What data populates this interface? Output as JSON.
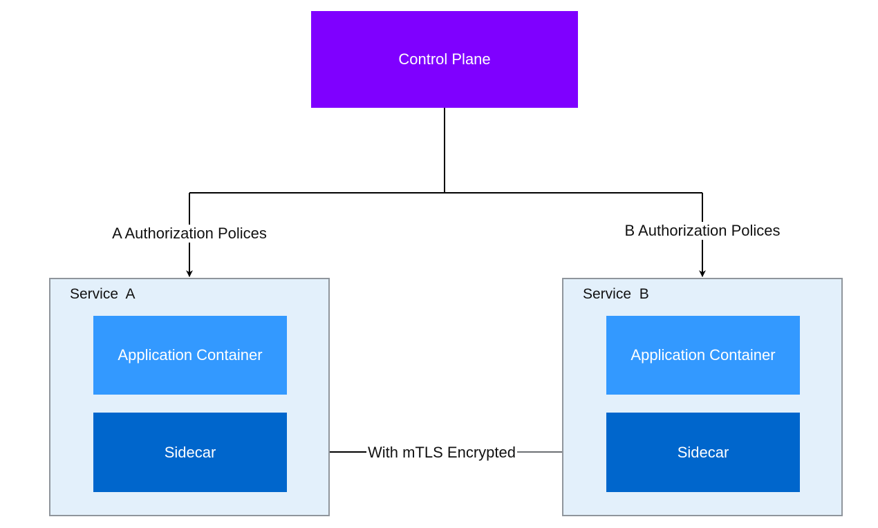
{
  "control_plane": {
    "label": "Control Plane",
    "color": "#7f00ff"
  },
  "edges": {
    "policy_a_label": "A Authorization Polices",
    "policy_b_label": "B Authorization Polices",
    "mtls_label": "With mTLS Encrypted"
  },
  "services": [
    {
      "title": "Service  A",
      "app_label": "Application Container",
      "sidecar_label": "Sidecar"
    },
    {
      "title": "Service  B",
      "app_label": "Application Container",
      "sidecar_label": "Sidecar"
    }
  ],
  "colors": {
    "service_fill": "#e3f0fb",
    "application": "#3399ff",
    "sidecar": "#0066cc"
  }
}
